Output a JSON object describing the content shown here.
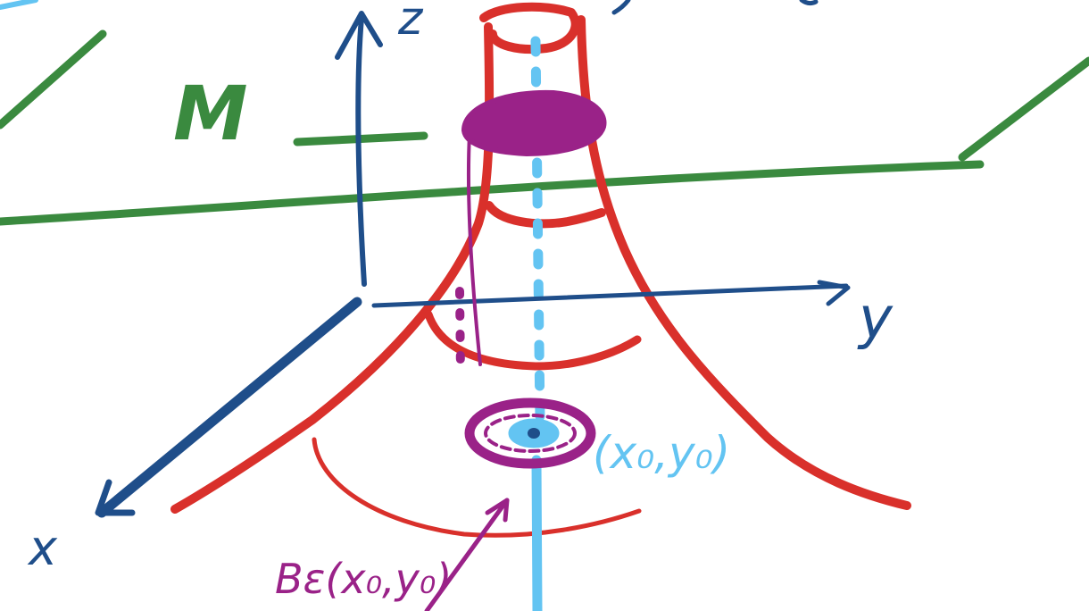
{
  "labels": {
    "axis_z": "z",
    "axis_y": "y",
    "axis_x": "x",
    "plane": "M",
    "point": "(x₀,y₀)",
    "ball": "Bε(x₀,y₀)"
  },
  "colors": {
    "axes": "#1f4e8a",
    "plane": "#3a8a3f",
    "surface": "#d9302b",
    "ball": "#9a2288",
    "point_line": "#63c4f2",
    "background": "#ffffff"
  }
}
